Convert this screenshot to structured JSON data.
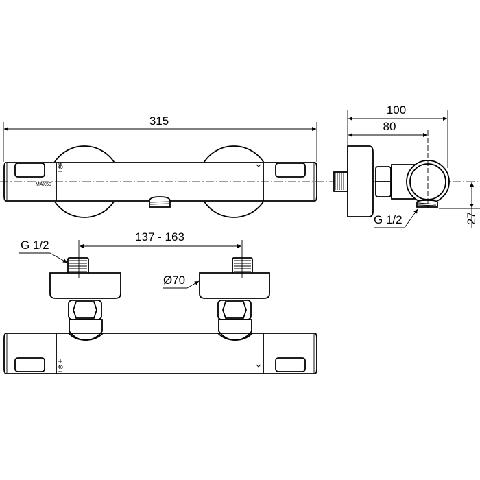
{
  "dimensions": {
    "overall_length": "315",
    "depth_total": "100",
    "depth_axis": "80",
    "height_outlet": "27",
    "outlet_thread": "G 1/2",
    "inlet_thread": "G 1/2",
    "inlet_spacing": "137 - 163",
    "rosette_diameter": "Ø70"
  },
  "markings": {
    "max_label": "MAX50",
    "temp_label": "40"
  }
}
